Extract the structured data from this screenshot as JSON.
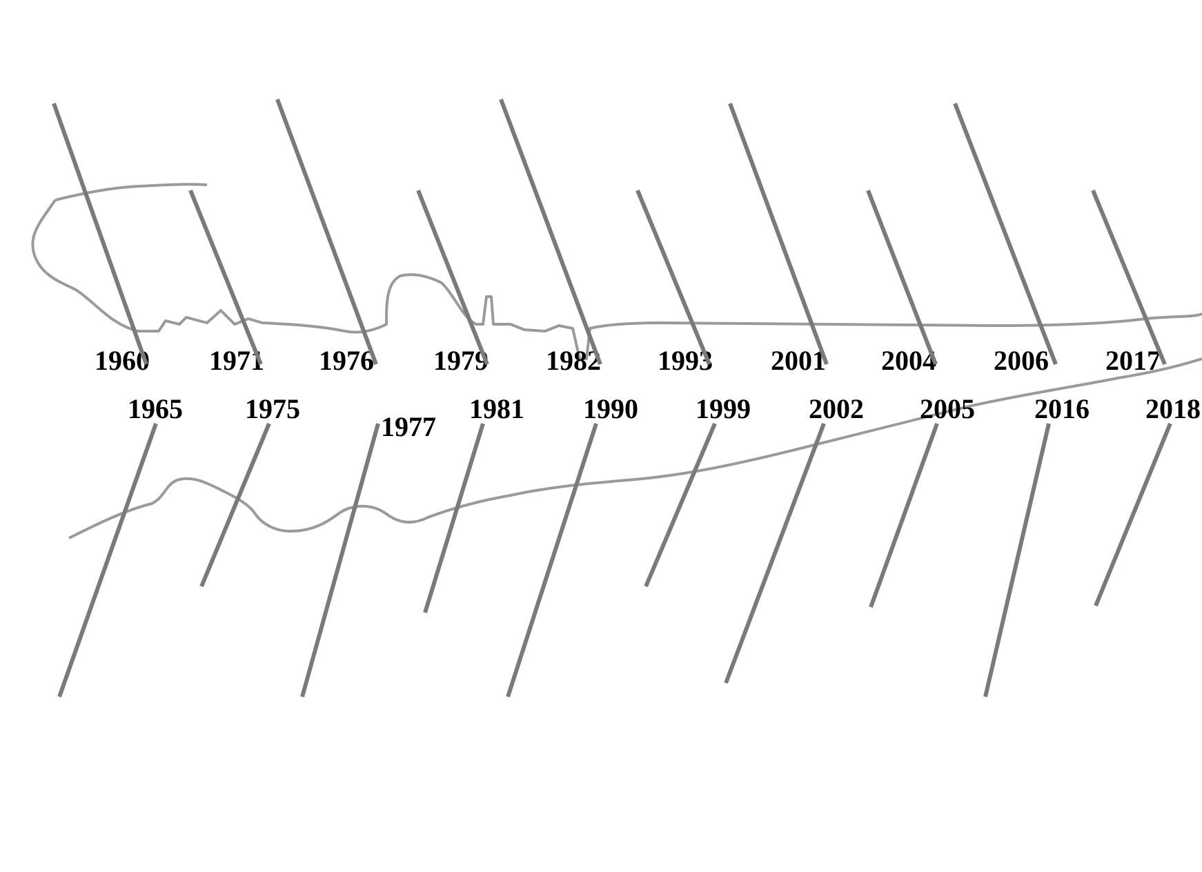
{
  "timeline": {
    "top_years": [
      "1960",
      "1971",
      "1976",
      "1979",
      "1982",
      "1993",
      "2001",
      "2004",
      "2006",
      "2017"
    ],
    "bottom_years": [
      "1965",
      "1975",
      "1977",
      "1981",
      "1990",
      "1999",
      "2002",
      "2005",
      "2016",
      "2018"
    ]
  },
  "colors": {
    "line": "#7a7a7a",
    "coast": "#9a9a9a",
    "text": "#000000"
  }
}
